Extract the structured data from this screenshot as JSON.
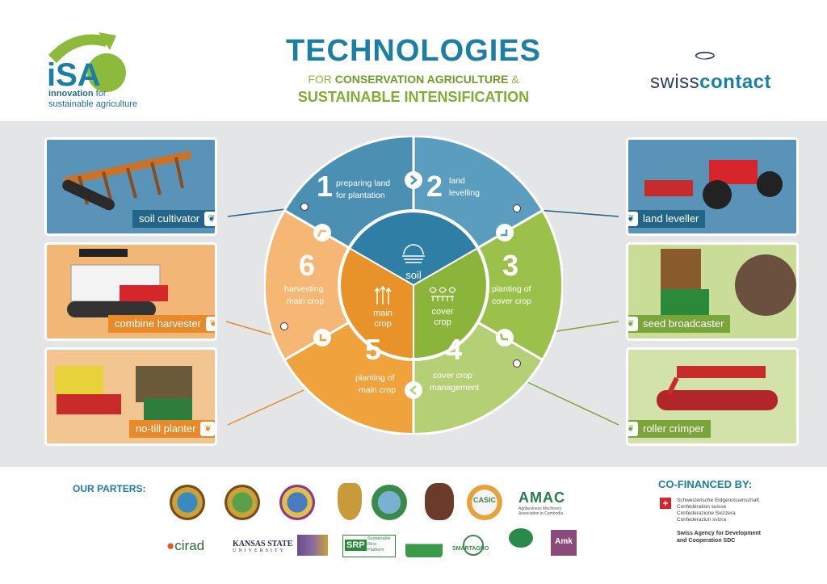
{
  "header": {
    "isa": {
      "letters": "iSA",
      "tag_bold": "innovation",
      "tag_rest": " for",
      "tag2": "sustainable agriculture"
    },
    "title": "TECHNOLOGIES",
    "subtitle_prefix": "FOR ",
    "subtitle_bold": "CONSERVATION AGRICULTURE",
    "subtitle_suffix": " &",
    "subtitle2": "SUSTAINABLE INTENSIFICATION",
    "swisscontact": {
      "light": "swiss",
      "bold": "contact"
    }
  },
  "wheel": {
    "center": [
      {
        "label": "soil",
        "color": "#2e7ea6"
      },
      {
        "label": "main crop",
        "color": "#e8922a"
      },
      {
        "label": "cover crop",
        "color": "#8bb53a"
      }
    ],
    "steps": [
      {
        "number": "1",
        "line1": "preparing land",
        "line2": "for plantation",
        "color": "#4b8fb2"
      },
      {
        "number": "2",
        "line1": "land",
        "line2": "levelling",
        "color": "#5b9dbf"
      },
      {
        "number": "3",
        "line1": "planting of",
        "line2": "cover crop",
        "color": "#9cc14a"
      },
      {
        "number": "4",
        "line1": "cover crop",
        "line2": "management",
        "color": "#b5cf74"
      },
      {
        "number": "5",
        "line1": "planting of",
        "line2": "main crop",
        "color": "#f0a23c"
      },
      {
        "number": "6",
        "line1": "harvesting",
        "line2": "main crop",
        "color": "#f5b773"
      }
    ]
  },
  "cards": [
    {
      "label": "soil cultivator",
      "bg": "#5a93b8",
      "lbl_bg": "#1d6184"
    },
    {
      "label": "combine harvester",
      "bg": "#f2b676",
      "lbl_bg": "#e88a2a"
    },
    {
      "label": "no-till planter",
      "bg": "#f3c590",
      "lbl_bg": "#e88a2a"
    },
    {
      "label": "land leveller",
      "bg": "#5a93b8",
      "lbl_bg": "#1d6184"
    },
    {
      "label": "seed broadcaster",
      "bg": "#c9dc98",
      "lbl_bg": "#7aa53a"
    },
    {
      "label": "roller crimper",
      "bg": "#d3e2a8",
      "lbl_bg": "#7aa53a"
    }
  ],
  "footer": {
    "partners_title": "OUR PARTERS:",
    "cofinanced_title": "CO-FINANCED BY:",
    "amac": {
      "name": "AMAC",
      "line1": "Agribusiness Machinery",
      "line2": "Association in Cambodia"
    },
    "casic": "CASIC",
    "cirad": "cirad",
    "kansas": {
      "line1": "KANSAS STATE",
      "line2": "UNIVERSITY"
    },
    "srp": {
      "abbr": "SRP",
      "line1": "Sustainable",
      "line2": "Rice",
      "line3": "Platform"
    },
    "smartagro": "SMARTAGRO",
    "amk": "Amk",
    "swiss_confed": [
      "Schweizerische Eidgenossenschaft",
      "Confédération suisse",
      "Confederazione Svizzera",
      "Confederaziun svizra"
    ],
    "sdc": {
      "line1": "Swiss Agency for Development",
      "line2": "and Cooperation SDC"
    }
  }
}
